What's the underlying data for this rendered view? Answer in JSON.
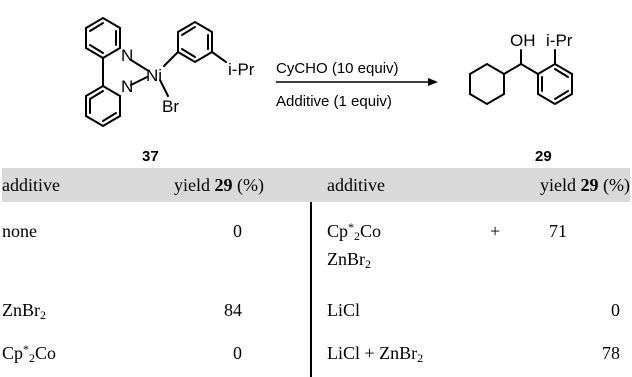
{
  "scheme": {
    "reactant_label": "37",
    "product_label": "29",
    "reagent_above": "CyCHO (10 equiv)",
    "reagent_below": "Additive (1 equiv)",
    "atoms": {
      "n_top": "N",
      "n_bottom": "N",
      "ni": "Ni",
      "br": "Br",
      "ipr_reactant": "i-Pr",
      "oh": "OH",
      "ipr_product": "i-Pr"
    }
  },
  "table": {
    "headers": {
      "additive_left": "additive",
      "yield_left_prefix": "yield",
      "yield_left_compound": "29",
      "yield_left_unit": "(%)",
      "additive_right": "additive",
      "yield_right_prefix": "yield",
      "yield_right_compound": "29",
      "yield_right_unit": "(%)"
    },
    "left_rows": [
      {
        "additive": "none",
        "yield": "0"
      },
      {
        "additive_main": "ZnBr",
        "additive_sub": "2",
        "yield": "84"
      },
      {
        "additive_main": "Cp",
        "additive_sup": "*",
        "additive_sub": "2",
        "additive_tail": "Co",
        "yield": "0"
      }
    ],
    "right_rows": [
      {
        "line1_main": "Cp",
        "line1_sup": "*",
        "line1_sub": "2",
        "line1_tail": "Co",
        "plus": "+",
        "line2_main": "ZnBr",
        "line2_sub": "2",
        "yield": "71"
      },
      {
        "additive": "LiCl",
        "yield": "0"
      },
      {
        "additive_main": "LiCl + ZnBr",
        "additive_sub": "2",
        "yield": "78"
      }
    ]
  }
}
